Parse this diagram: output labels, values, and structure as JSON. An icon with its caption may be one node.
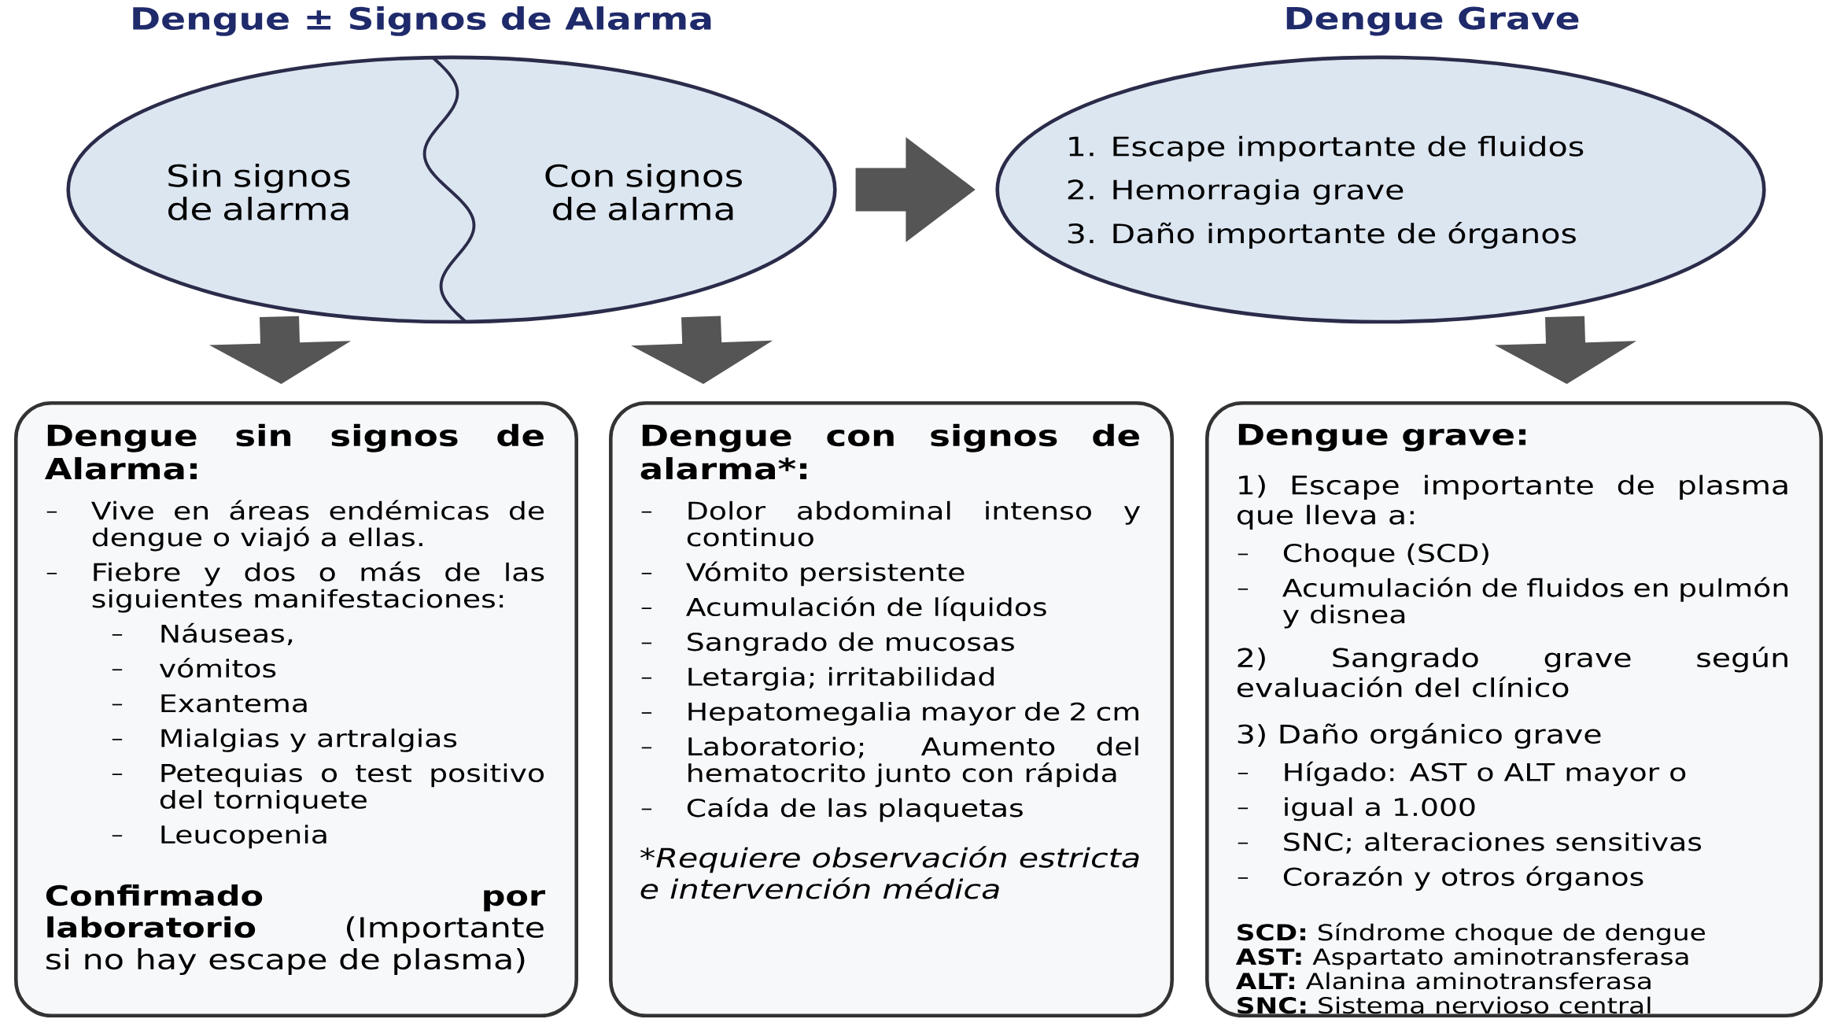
{
  "diagram": {
    "nodes": [
      {
        "text": [
          "Dengue ± Signos de Alarma",
          "Sin signos de alarma",
          "Con signos de alarma"
        ]
      },
      {
        "text": [
          "Dengue Grave",
          "1. Escape importante de fluidos",
          "2. Hemorragia grave",
          "3. Daño importante de órganos"
        ]
      },
      {
        "text": [
          "Dengue sin signos de Alarma:",
          "Vive en áreas endémicas de dengue o viajó a ellas.",
          "Fiebre y dos o más de las siguientes manifestaciones:",
          "Náuseas,",
          "vómitos",
          "Exantema",
          "Mialgias y artralgias",
          "Petequias o test positivo del torniquete",
          "Leucopenia",
          "**Confirmado por laboratorio** (Importante si no hay escape de plasma)"
        ]
      },
      {
        "text": [
          "Dengue con signos de alarma*:",
          "Dolor abdominal intenso y continuo",
          "Vómito persistente",
          "Acumulación de líquidos",
          "Sangrado de mucosas",
          "Letargia; irritabilidad",
          "Hepatomegalia mayor de 2 cm",
          "Laboratorio; Aumento del hematocrito junto con rápida",
          "Caída de las plaquetas",
          "*Requiere observación estricta e intervención médica"
        ]
      },
      {
        "text": [
          "Dengue grave:",
          "1) Escape importante de plasma que lleva a:",
          "Choque (SCD)",
          "Acumulación de fluidos en pulmón y disnea",
          "2) Sangrado grave según evaluación del clínico",
          "3) Daño orgánico grave",
          "Hígado: AST o ALT mayor o",
          "igual a 1.000",
          "SNC; alteraciones sensitivas",
          "Corazón y otros órganos",
          "**SCD:** Síndrome choque de dengue",
          "**AST:** Aspartato aminotransferasa",
          "**ALT:** Alanina aminotransferasa",
          "**SNC:** Sistema nervioso central"
        ]
      }
    ],
    "edges": [
      {
        "from": 0,
        "to": 1,
        "arrow": "to"
      },
      {
        "from": 0,
        "to": 2,
        "arrow": "to"
      },
      {
        "from": 0,
        "to": 3,
        "arrow": "to"
      },
      {
        "from": 1,
        "to": 4,
        "arrow": "to"
      }
    ]
  }
}
